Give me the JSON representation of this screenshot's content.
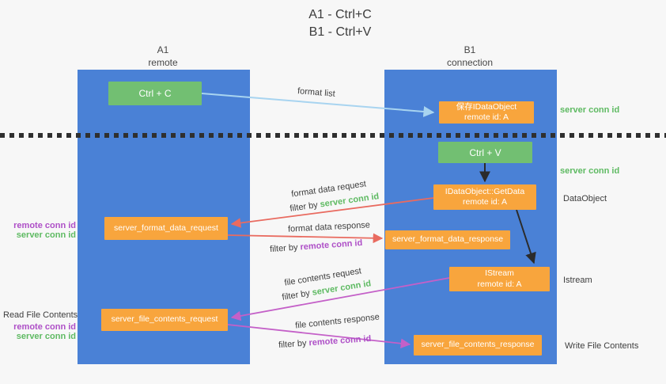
{
  "title": {
    "line1": "A1 - Ctrl+C",
    "line2": "B1 - Ctrl+V"
  },
  "lanes": {
    "a1": {
      "name": "A1",
      "role": "remote"
    },
    "b1": {
      "name": "B1",
      "role": "connection"
    }
  },
  "nodes": {
    "ctrl_c": {
      "label": "Ctrl + C"
    },
    "save_dataobject": {
      "line1": "保存IDataObject",
      "line2": "remote id: A"
    },
    "ctrl_v": {
      "label": "Ctrl + V"
    },
    "getdata": {
      "line1": "IDataObject::GetData",
      "line2": "remote id: A"
    },
    "istream": {
      "line1": "IStream",
      "line2": "remote id: A"
    },
    "server_format_data_request": {
      "label": "server_format_data_request"
    },
    "server_format_data_response": {
      "label": "server_format_data_response"
    },
    "server_file_contents_request": {
      "label": "server_file_contents_request"
    },
    "server_file_contents_response": {
      "label": "server_file_contents_response"
    }
  },
  "edge_labels": {
    "format_list": "format list",
    "format_data_request": "format data request",
    "format_data_request_filter_prefix": "filter by ",
    "format_data_request_filter_key": "server conn id",
    "format_data_response": "format data response",
    "format_data_response_filter_prefix": "filter by ",
    "format_data_response_filter_key": "remote conn id",
    "file_contents_request": "file contents request",
    "file_contents_request_filter_prefix": "filter by ",
    "file_contents_request_filter_key": "server conn id",
    "file_contents_response": "file contents response",
    "file_contents_response_filter_prefix": "filter by ",
    "file_contents_response_filter_key": "remote conn id"
  },
  "side_labels": {
    "right_server_conn_id_top": "server conn id",
    "right_server_conn_id_mid": "server conn id",
    "right_dataobject": "DataObject",
    "right_istream": "Istream",
    "right_write_file_contents": "Write File Contents",
    "left_remote_conn_id_top": "remote conn id",
    "left_server_conn_id_top": "server conn id",
    "left_read_file_contents": "Read File Contents",
    "left_remote_conn_id_bottom": "remote conn id",
    "left_server_conn_id_bottom": "server conn id"
  },
  "colors": {
    "lane_blue": "#4a81d6",
    "node_green": "#72bf72",
    "node_orange": "#f8a53d",
    "accent_green_text": "#5eba62",
    "accent_purple_text": "#ae4fc7",
    "arrow_red": "#e96b60",
    "arrow_magenta": "#c460c8",
    "arrow_light_blue": "#a8d4f0",
    "arrow_black": "#2b2b2b",
    "divider_black": "#2f2f2f",
    "background": "#f7f7f7",
    "text_dark": "#3d3d3d"
  }
}
